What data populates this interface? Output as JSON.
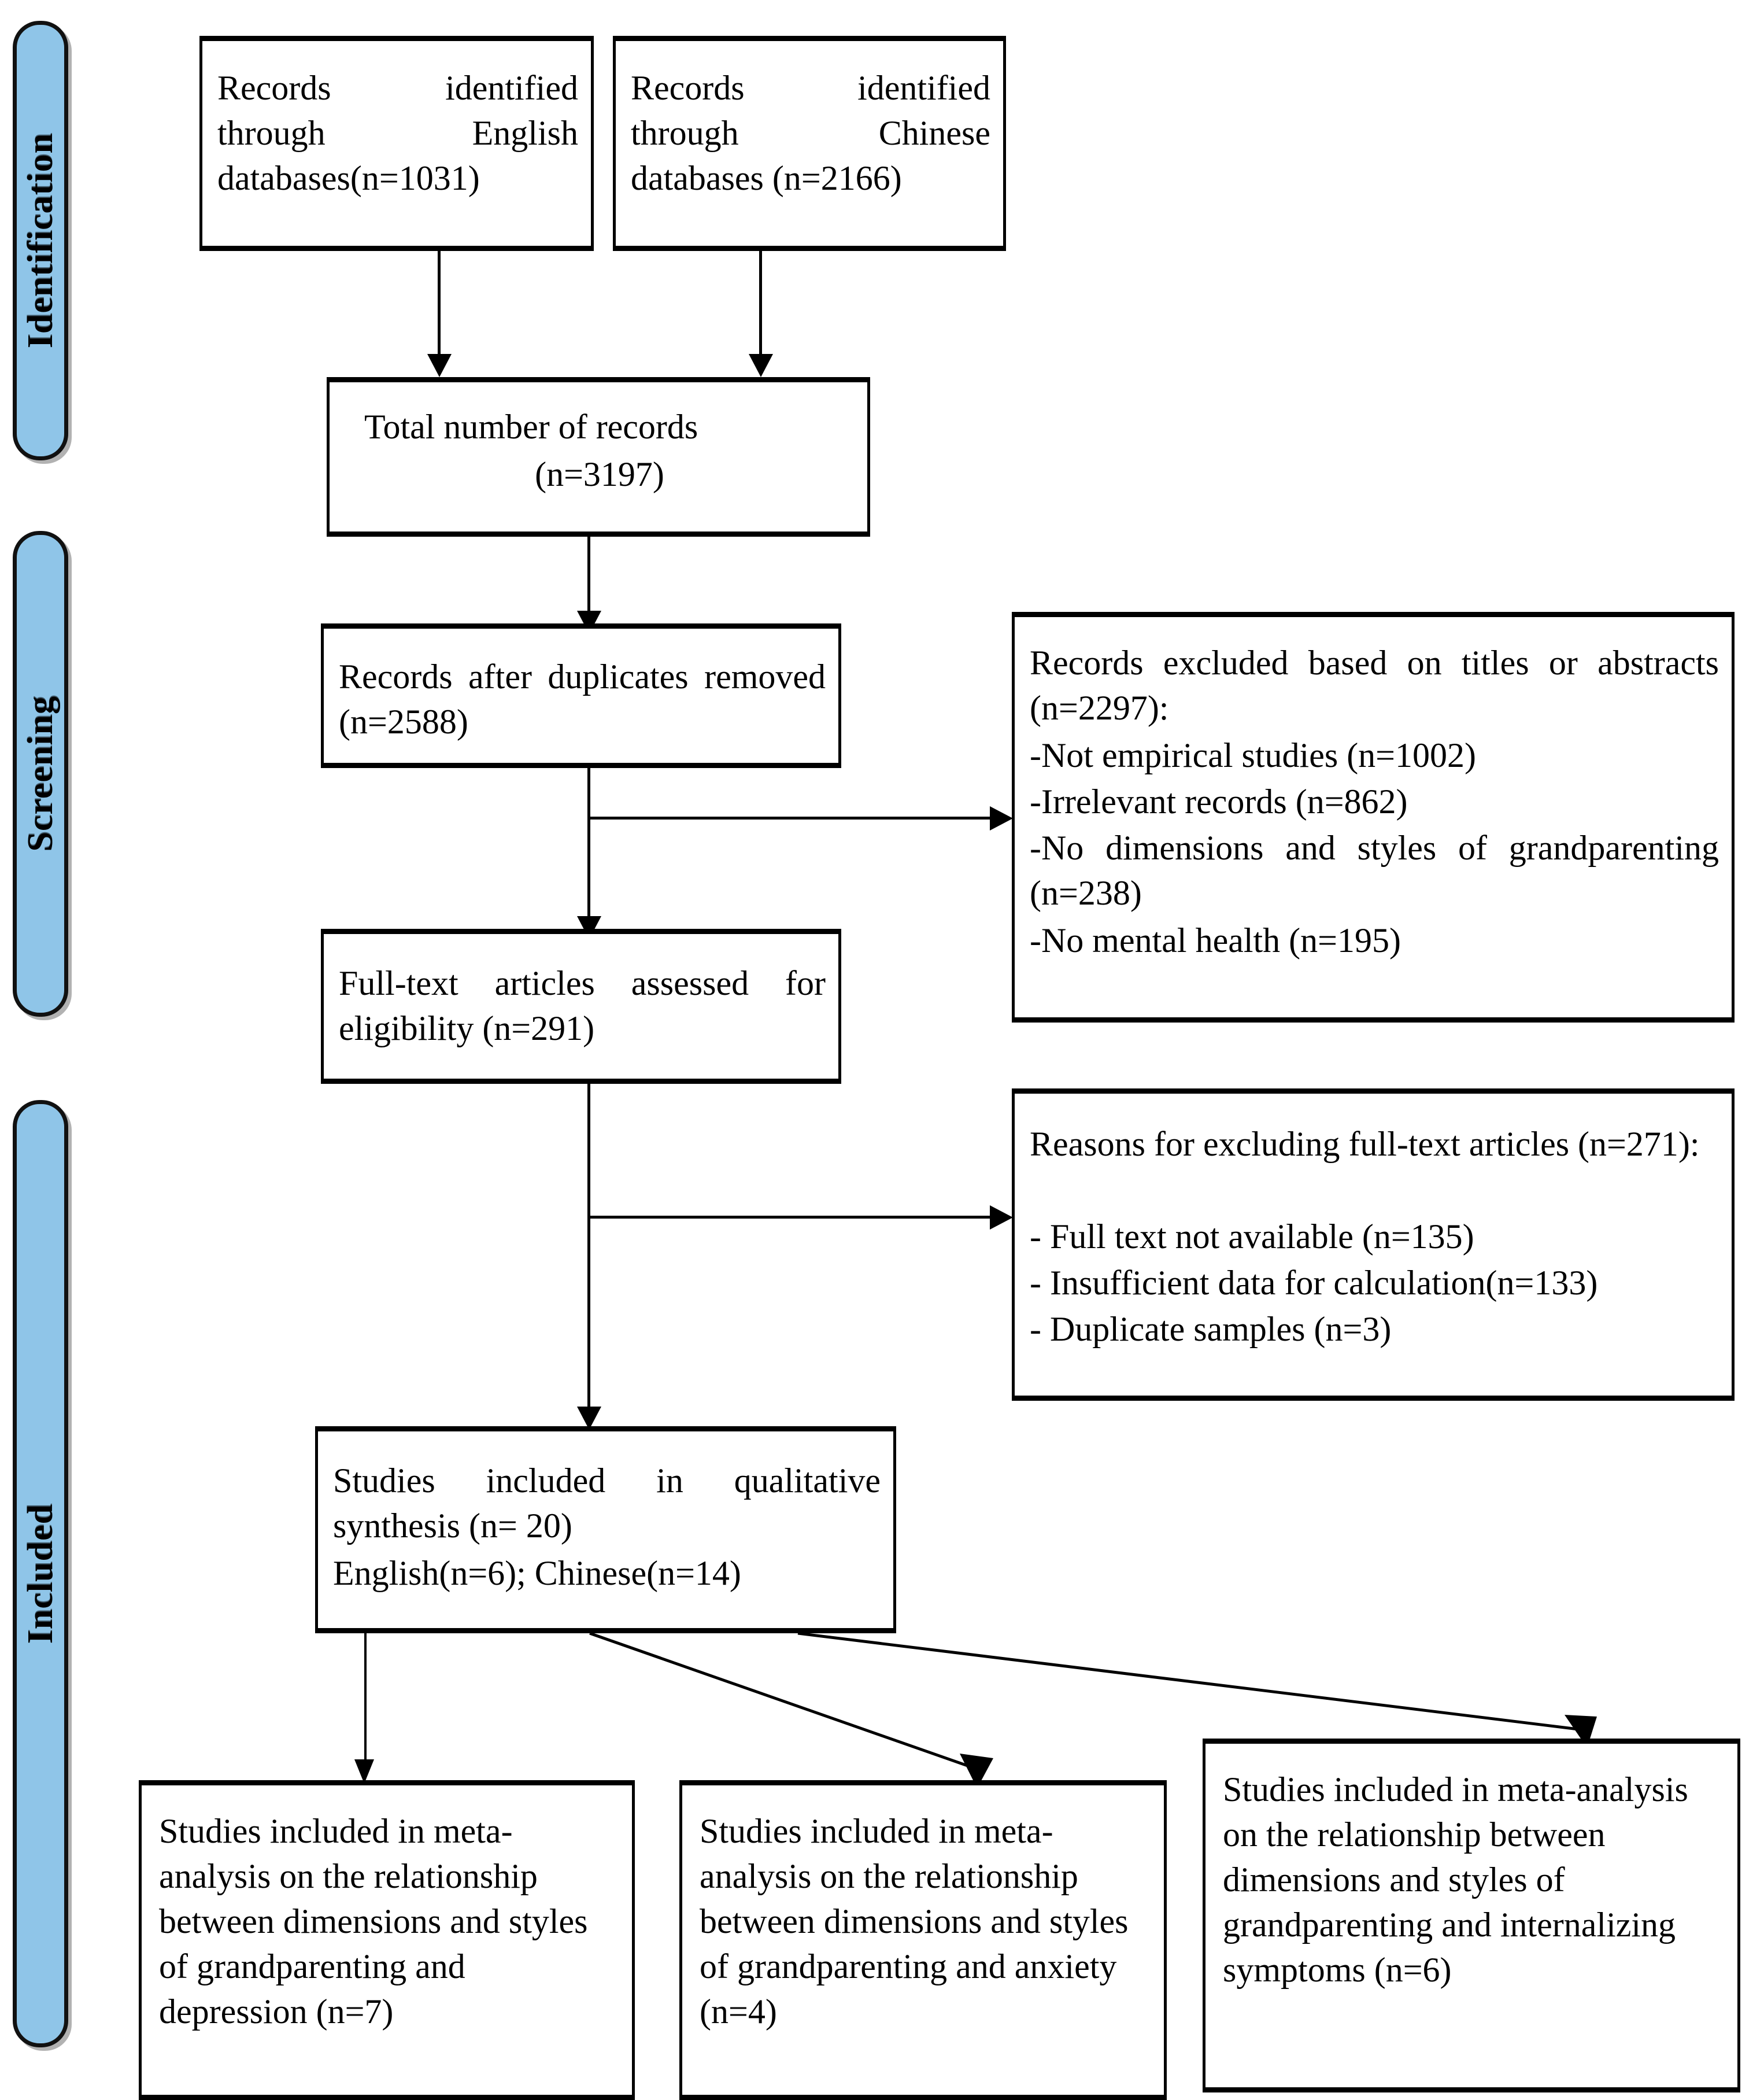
{
  "diagram": {
    "type": "prisma-flow-diagram",
    "stages": [
      {
        "id": "identification",
        "label": "Identification"
      },
      {
        "id": "screening",
        "label": "Screening"
      },
      {
        "id": "included",
        "label": "Included"
      }
    ],
    "boxes": {
      "english_records": {
        "line1": "Records identified through English databases(n=1031)"
      },
      "chinese_records": {
        "line1": "Records identified through Chinese databases (n=2166)"
      },
      "total_records": {
        "line1": "Total number of records",
        "line2": "(n=3197)"
      },
      "after_duplicates": {
        "line1": "Records after duplicates removed (n=2588)"
      },
      "excluded_titles": {
        "line1": "Records excluded based on titles or abstracts (n=2297):",
        "line2": "-Not empirical studies (n=1002)",
        "line3": "-Irrelevant records (n=862)",
        "line4": "-No dimensions and styles of grandparenting (n=238)",
        "line5": "-No mental health (n=195)"
      },
      "fulltext_assessed": {
        "line1": "Full-text articles assessed for eligibility (n=291)"
      },
      "excluded_fulltext": {
        "line1": "Reasons for excluding full-text articles (n=271):",
        "line2": "- Full text not available (n=135)",
        "line3": "- Insufficient data for calculation(n=133)",
        "line4": "- Duplicate samples (n=3)"
      },
      "qualitative_synthesis": {
        "line1": "Studies included in qualitative synthesis (n= 20)",
        "line2": "English(n=6); Chinese(n=14)"
      },
      "meta_depression": {
        "line1": "Studies included in meta-analysis on the relationship between dimensions and styles of grandparenting and depression (n=7)"
      },
      "meta_anxiety": {
        "line1": "Studies included in meta-analysis on the relationship between dimensions and styles of grandparenting and anxiety (n=4)"
      },
      "meta_internalizing": {
        "line1": "Studies included in meta-analysis on the relationship between dimensions and styles of grandparenting and internalizing symptoms (n=6)"
      }
    },
    "counts": {
      "english_databases": 1031,
      "chinese_databases": 2166,
      "total_records": 3197,
      "after_duplicates_removed": 2588,
      "excluded_on_titles_abstracts": 2297,
      "not_empirical_studies": 1002,
      "irrelevant_records": 862,
      "no_dimensions_styles_grandparenting": 238,
      "no_mental_health": 195,
      "fulltext_assessed": 291,
      "fulltext_excluded": 271,
      "full_text_not_available": 135,
      "insufficient_data": 133,
      "duplicate_samples": 3,
      "qualitative_synthesis": 20,
      "qualitative_english": 6,
      "qualitative_chinese": 14,
      "meta_depression": 7,
      "meta_anxiety": 4,
      "meta_internalizing": 6
    },
    "colors": {
      "stage_tab_fill": "#8FC5E8",
      "stroke": "#000000",
      "box_fill": "#FFFFFF"
    }
  }
}
